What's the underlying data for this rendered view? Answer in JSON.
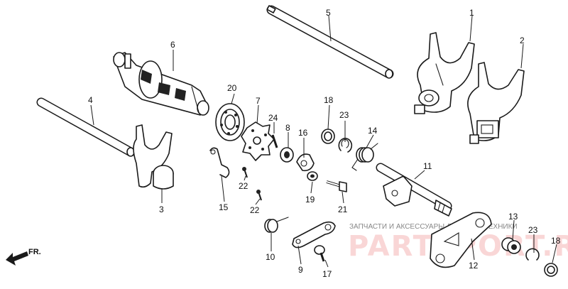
{
  "watermark": {
    "caption": "ЗАПЧАСТИ И АКСЕССУАРЫ ДЛЯ МОТОТЕХНИКИ",
    "brand": "PARTSPORT.RU"
  },
  "direction_label": "FR.",
  "part_labels": [
    {
      "id": "p1",
      "text": "1"
    },
    {
      "id": "p2",
      "text": "2"
    },
    {
      "id": "p3",
      "text": "3"
    },
    {
      "id": "p4",
      "text": "4"
    },
    {
      "id": "p5",
      "text": "5"
    },
    {
      "id": "p6",
      "text": "6"
    },
    {
      "id": "p7",
      "text": "7"
    },
    {
      "id": "p8",
      "text": "8"
    },
    {
      "id": "p9",
      "text": "9"
    },
    {
      "id": "p10",
      "text": "10"
    },
    {
      "id": "p11",
      "text": "11"
    },
    {
      "id": "p12",
      "text": "12"
    },
    {
      "id": "p13",
      "text": "13"
    },
    {
      "id": "p14",
      "text": "14"
    },
    {
      "id": "p15",
      "text": "15"
    },
    {
      "id": "p16",
      "text": "16"
    },
    {
      "id": "p17",
      "text": "17"
    },
    {
      "id": "p18a",
      "text": "18"
    },
    {
      "id": "p18b",
      "text": "18"
    },
    {
      "id": "p19",
      "text": "19"
    },
    {
      "id": "p20",
      "text": "20"
    },
    {
      "id": "p21",
      "text": "21"
    },
    {
      "id": "p22a",
      "text": "22"
    },
    {
      "id": "p22b",
      "text": "22"
    },
    {
      "id": "p23a",
      "text": "23"
    },
    {
      "id": "p23b",
      "text": "23"
    },
    {
      "id": "p24",
      "text": "24"
    }
  ]
}
